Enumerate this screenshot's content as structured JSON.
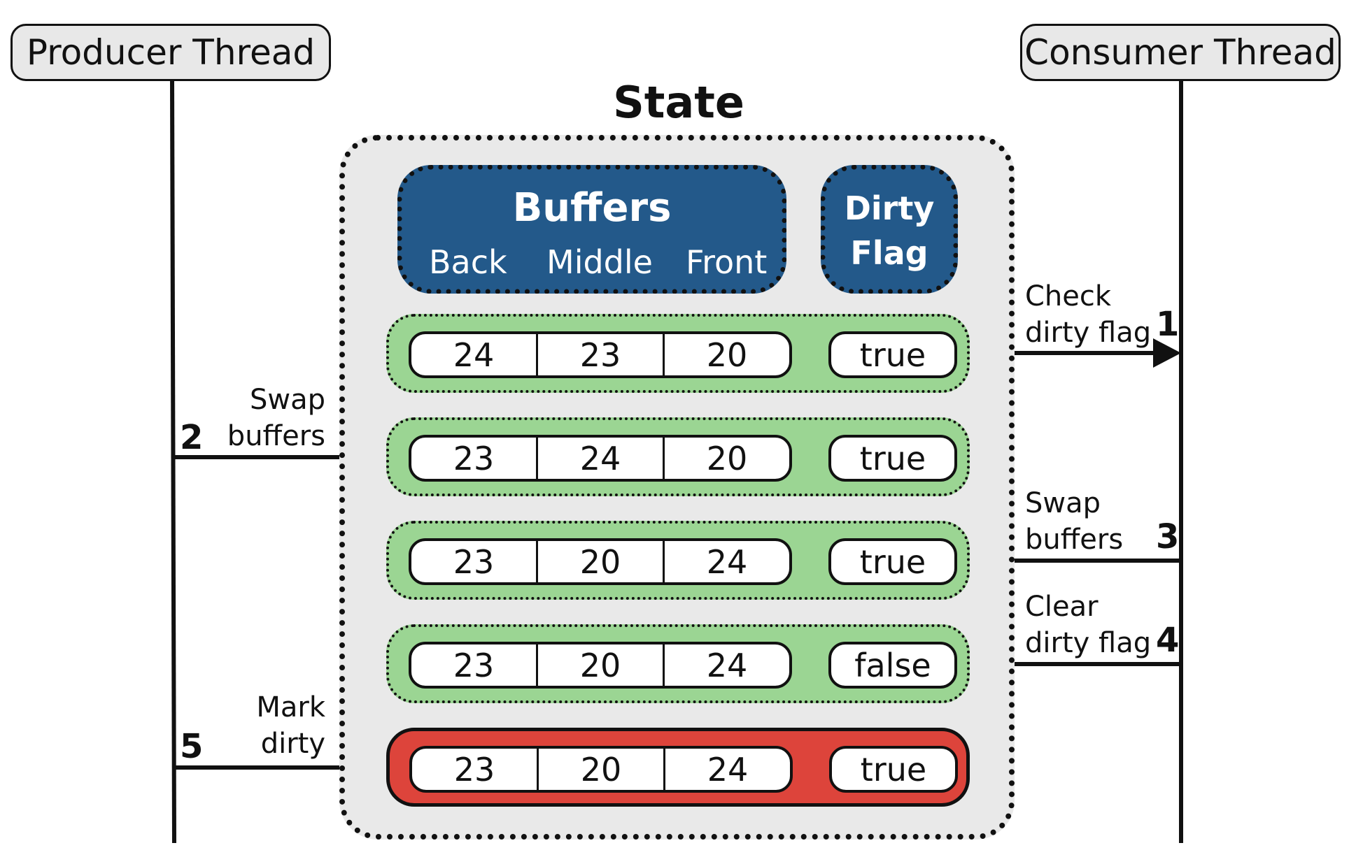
{
  "threads": {
    "producer": "Producer Thread",
    "consumer": "Consumer Thread"
  },
  "state": {
    "title": "State",
    "buffers_header": {
      "title": "Buffers",
      "columns": [
        "Back",
        "Middle",
        "Front"
      ]
    },
    "flag_header": [
      "Dirty",
      "Flag"
    ],
    "rows": [
      {
        "buffers": [
          "24",
          "23",
          "20"
        ],
        "flag": "true"
      },
      {
        "buffers": [
          "23",
          "24",
          "20"
        ],
        "flag": "true"
      },
      {
        "buffers": [
          "23",
          "20",
          "24"
        ],
        "flag": "true"
      },
      {
        "buffers": [
          "23",
          "20",
          "24"
        ],
        "flag": "false"
      },
      {
        "buffers": [
          "23",
          "20",
          "24"
        ],
        "flag": "true"
      }
    ]
  },
  "steps": [
    {
      "number": "1",
      "lines": [
        "Check",
        "dirty flag"
      ],
      "side": "consumer",
      "direction": "from-state"
    },
    {
      "number": "2",
      "lines": [
        "Swap",
        "buffers"
      ],
      "side": "producer",
      "direction": "to-state"
    },
    {
      "number": "3",
      "lines": [
        "Swap",
        "buffers"
      ],
      "side": "consumer",
      "direction": "to-state"
    },
    {
      "number": "4",
      "lines": [
        "Clear",
        "dirty flag"
      ],
      "side": "consumer",
      "direction": "to-state"
    },
    {
      "number": "5",
      "lines": [
        "Mark",
        "dirty"
      ],
      "side": "producer",
      "direction": "to-state"
    }
  ],
  "colors": {
    "state_bg": "#e9e9e9",
    "header_blue": "#23598a",
    "row_green": "#9bd593",
    "row_red": "#dd443b"
  }
}
